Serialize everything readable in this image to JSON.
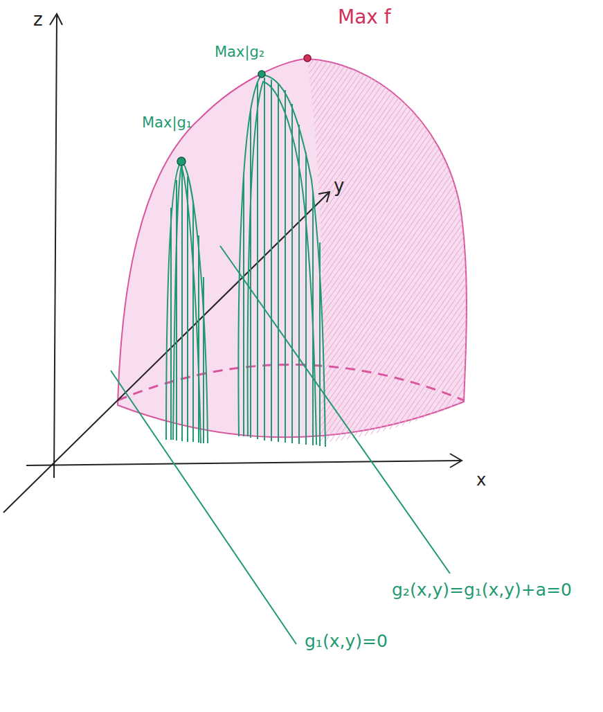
{
  "diagram": {
    "labels": [
      "z",
      "y",
      "x",
      "Max f",
      "Max|g₂",
      "Max|g₁",
      "g₂(x,y)=g₁(x,y)+a=0",
      "g₁(x,y)=0"
    ]
  }
}
